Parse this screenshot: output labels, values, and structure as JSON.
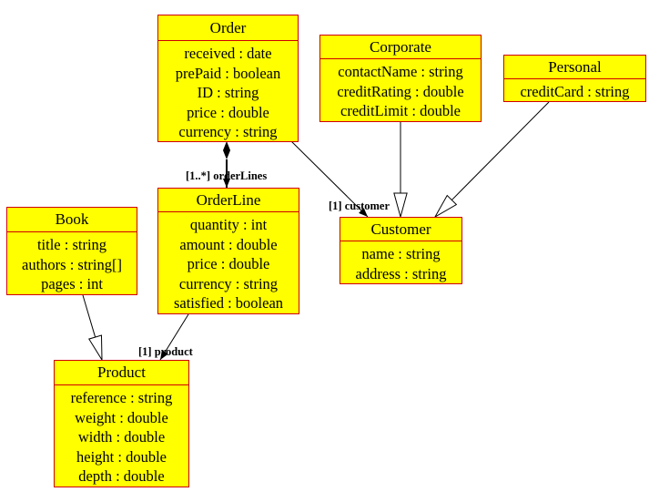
{
  "classes": [
    {
      "id": "order",
      "name": "Order",
      "attributes": [
        "received : date",
        "prePaid : boolean",
        "ID : string",
        "price : double",
        "currency : string"
      ]
    },
    {
      "id": "corporate",
      "name": "Corporate",
      "attributes": [
        "contactName : string",
        "creditRating : double",
        "creditLimit : double"
      ]
    },
    {
      "id": "personal",
      "name": "Personal",
      "attributes": [
        "creditCard : string"
      ]
    },
    {
      "id": "customer",
      "name": "Customer",
      "attributes": [
        "name : string",
        "address : string"
      ]
    },
    {
      "id": "orderline",
      "name": "OrderLine",
      "attributes": [
        "quantity : int",
        "amount : double",
        "price : double",
        "currency : string",
        "satisfied : boolean"
      ]
    },
    {
      "id": "book",
      "name": "Book",
      "attributes": [
        "title : string",
        "authors : string[]",
        "pages : int"
      ]
    },
    {
      "id": "product",
      "name": "Product",
      "attributes": [
        "reference : string",
        "weight : double",
        "width : double",
        "height : double",
        "depth : double"
      ]
    }
  ],
  "relations": [
    {
      "id": "order-orderlines",
      "type": "composition",
      "from": "order",
      "to": "orderline",
      "label": "[1..*] orderLines"
    },
    {
      "id": "order-customer",
      "type": "association",
      "from": "order",
      "to": "customer",
      "label": "[1] customer"
    },
    {
      "id": "corporate-customer",
      "type": "generalization",
      "from": "corporate",
      "to": "customer",
      "label": ""
    },
    {
      "id": "personal-customer",
      "type": "generalization",
      "from": "personal",
      "to": "customer",
      "label": ""
    },
    {
      "id": "book-product",
      "type": "generalization",
      "from": "book",
      "to": "product",
      "label": ""
    },
    {
      "id": "orderline-product",
      "type": "association",
      "from": "orderline",
      "to": "product",
      "label": "[1] product"
    }
  ],
  "colors": {
    "box_fill": "#ffff00",
    "box_border": "#d00000",
    "line": "#000000"
  }
}
